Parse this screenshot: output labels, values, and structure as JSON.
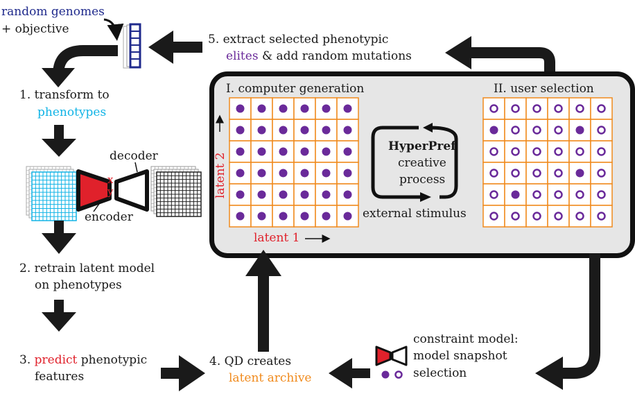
{
  "top_left": {
    "random_genomes": "random genomes",
    "objective": "+ objective"
  },
  "step1": {
    "prefix": "1. transform to",
    "highlight": "phenotypes"
  },
  "autoencoder": {
    "decoder": "decoder",
    "encoder": "encoder",
    "x": "x",
    "y": "y"
  },
  "step2": {
    "line1": "2. retrain latent model",
    "line2": "on phenotypes"
  },
  "step3": {
    "prefix": "3.",
    "highlight": "predict",
    "rest": "phenotypic",
    "line2": "features"
  },
  "step4": {
    "line1": "4. QD creates",
    "highlight": "latent archive"
  },
  "step5": {
    "line1": "5. extract selected phenotypic",
    "highlight": "elites",
    "rest": "& add random mutations"
  },
  "panel": {
    "left_title": "I. computer generation",
    "right_title": "II. user selection",
    "latent1": "latent 1",
    "latent2": "latent 2",
    "hyperpref": "HyperPref",
    "creative": "creative",
    "process": "process",
    "external": "external stimulus"
  },
  "constraint": {
    "line1": "constraint model:",
    "line2": "model snapshot",
    "line3": "selection"
  },
  "colors": {
    "blue": "#1f2a8c",
    "cyan": "#12b4e6",
    "purple": "#6a2a9a",
    "red": "#e0212b",
    "orange": "#f08a1c",
    "arrow": "#1a1a1a"
  },
  "selection_grid": {
    "rows": 6,
    "cols": 6,
    "filled": [
      [
        1,
        0
      ],
      [
        1,
        4
      ],
      [
        3,
        4
      ],
      [
        4,
        1
      ]
    ]
  }
}
